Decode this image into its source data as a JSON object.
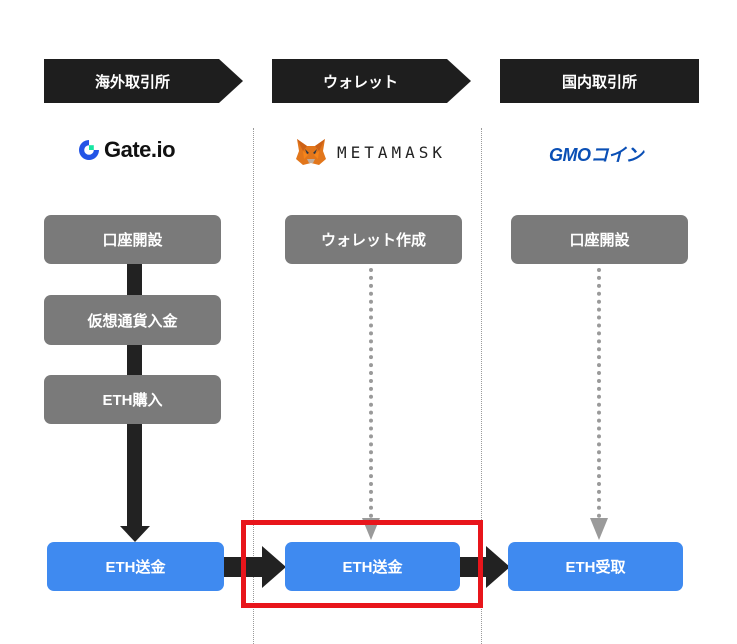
{
  "headers": [
    "海外取引所",
    "ウォレット",
    "国内取引所"
  ],
  "logos": {
    "gate": "Gate.io",
    "metamask": "METAMASK",
    "gmo": "GMOコイン"
  },
  "steps": {
    "col1": [
      "口座開設",
      "仮想通貨入金",
      "ETH購入",
      "ETH送金"
    ],
    "col2": [
      "ウォレット作成",
      "ETH送金"
    ],
    "col3": [
      "口座開設",
      "ETH受取"
    ]
  },
  "colors": {
    "header": "#1e1e1e",
    "gray_step": "#7a7a7a",
    "blue_step": "#3f8af0",
    "highlight": "#e8151b",
    "gate_brand": "#2354e6",
    "gmo_blue": "#0a4fb5",
    "gmo_red": "#e60012",
    "metamask_orange": "#e2761b"
  },
  "icons": [
    "gate-logo-icon",
    "metamask-fox-icon",
    "arrow-right-icon",
    "arrow-down-icon"
  ]
}
